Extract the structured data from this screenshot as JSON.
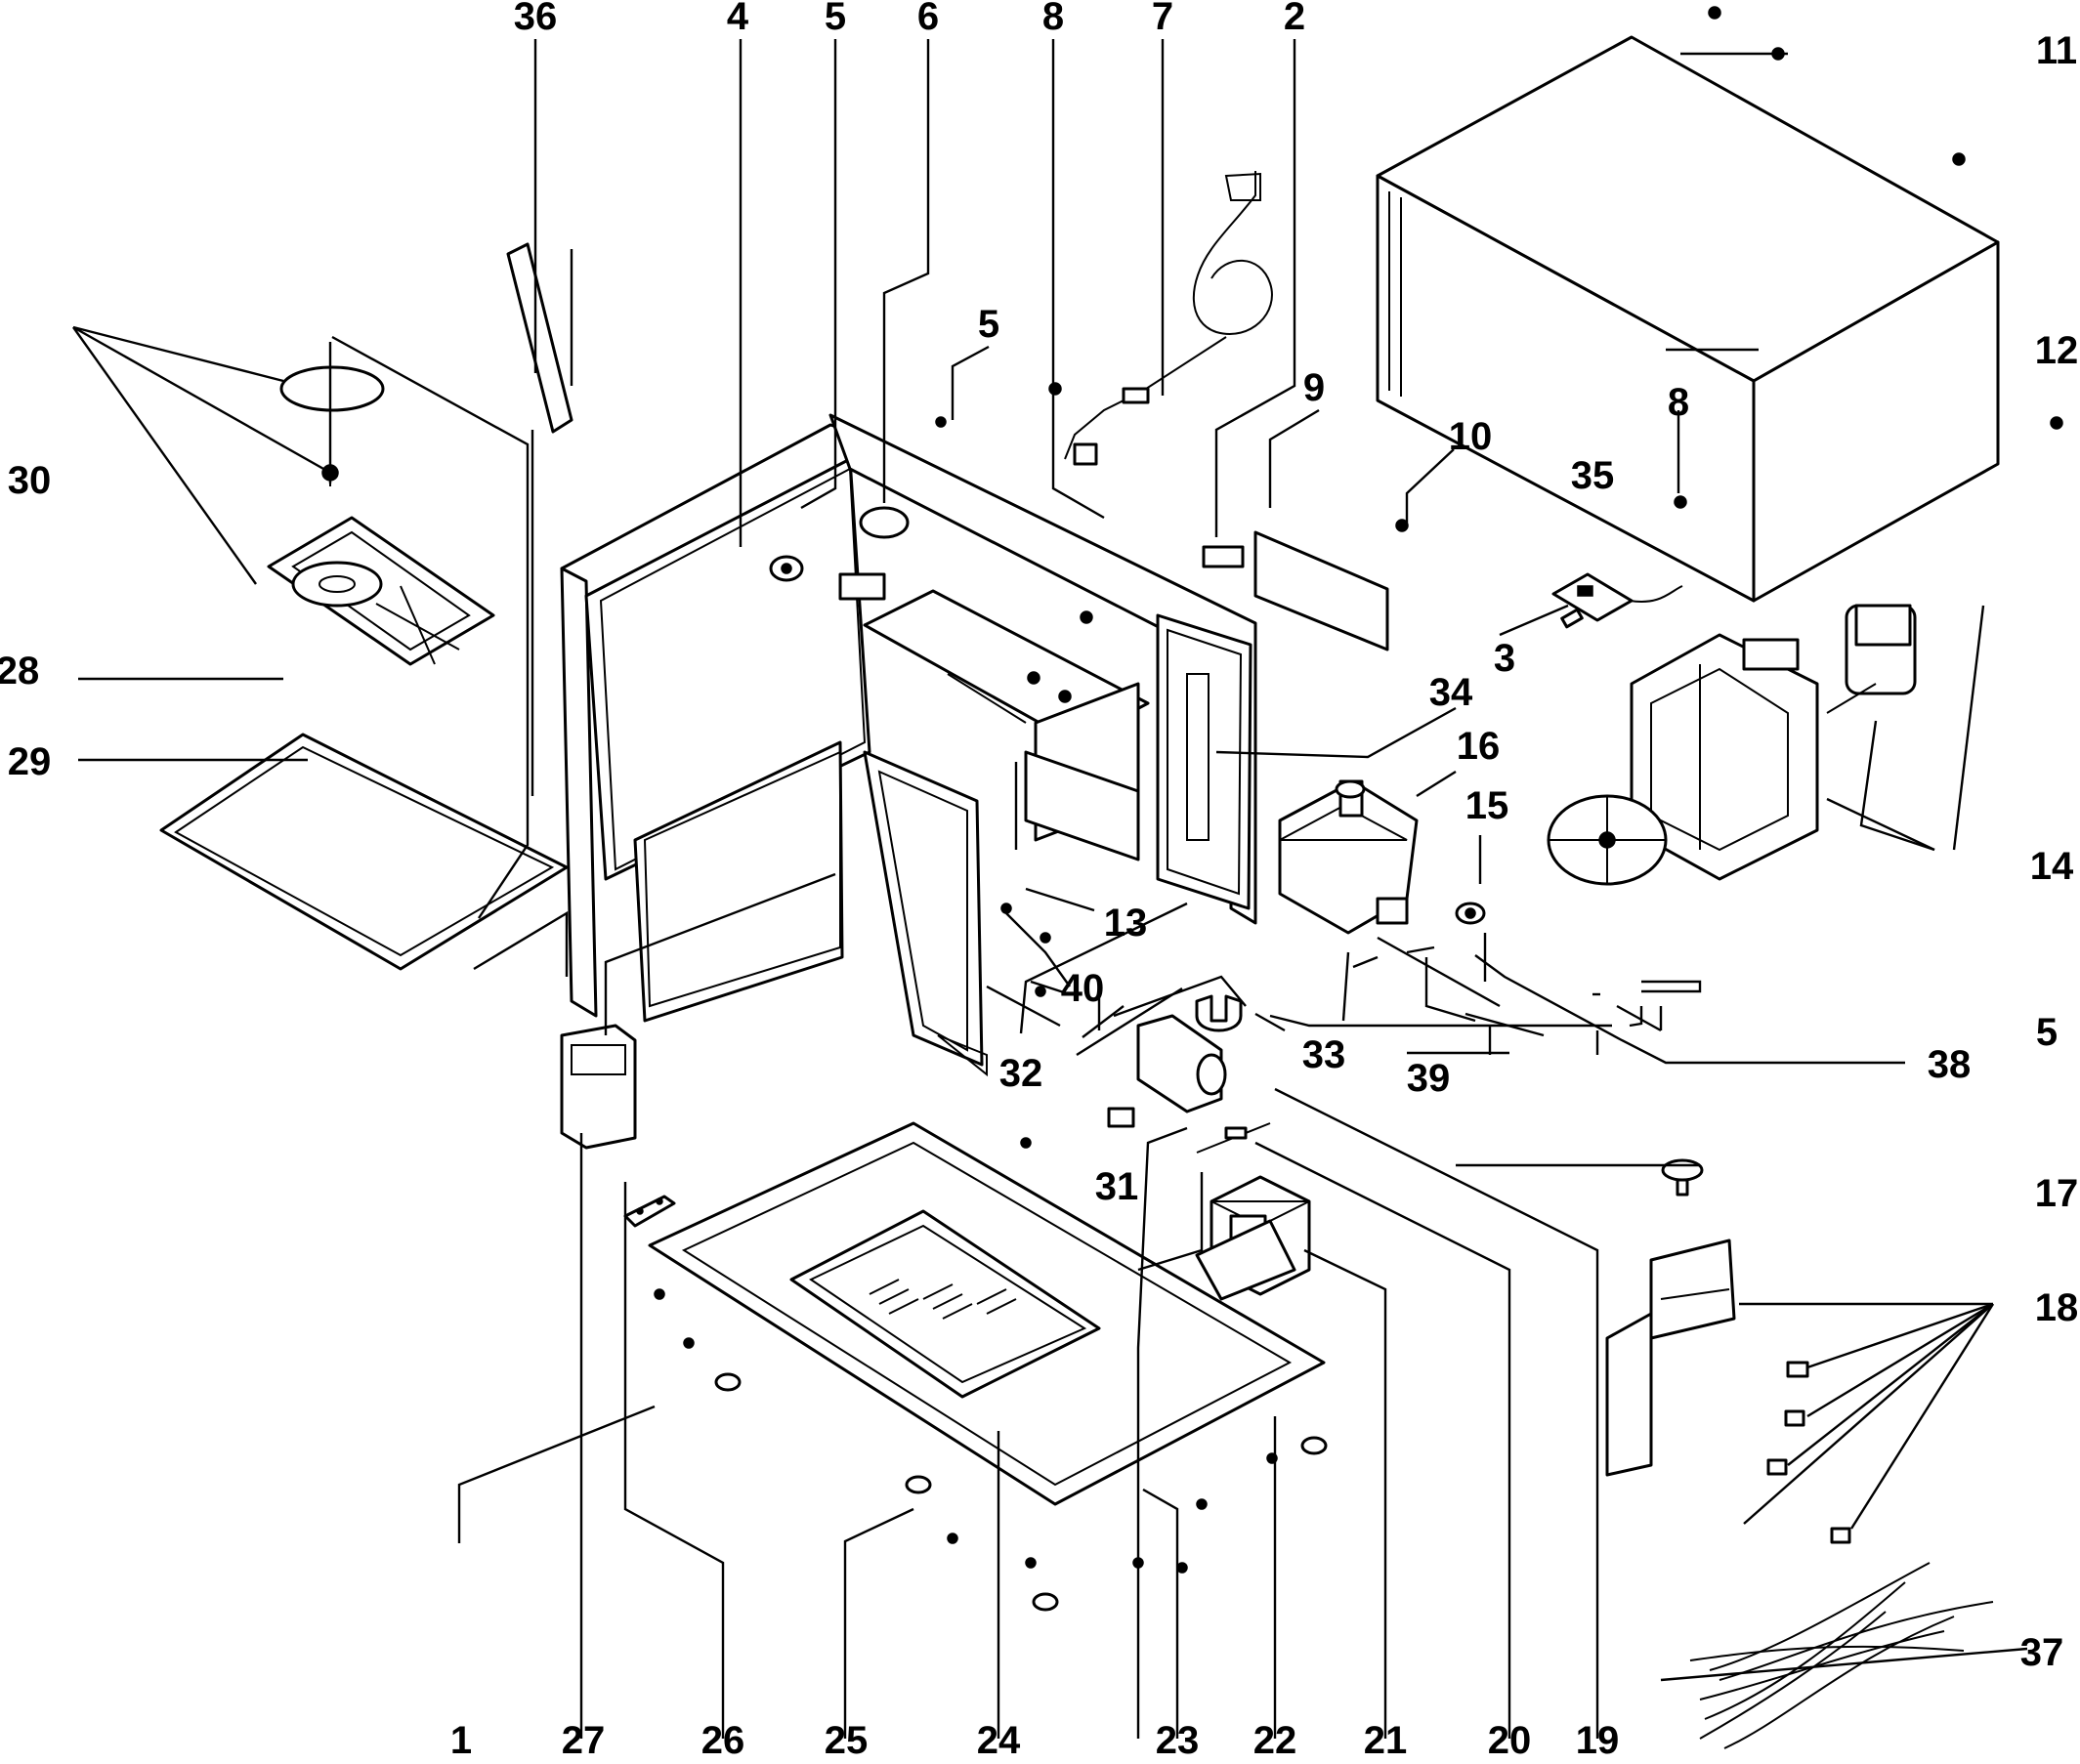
{
  "callouts": {
    "c1": "1",
    "c2": "2",
    "c3": "3",
    "c4": "4",
    "c5a": "5",
    "c5b": "5",
    "c5c": "5",
    "c6": "6",
    "c7": "7",
    "c8a": "8",
    "c8b": "8",
    "c9": "9",
    "c10": "10",
    "c11": "11",
    "c12": "12",
    "c13": "13",
    "c14": "14",
    "c15": "15",
    "c16": "16",
    "c17": "17",
    "c18": "18",
    "c19": "19",
    "c20": "20",
    "c21": "21",
    "c22": "22",
    "c23": "23",
    "c24": "24",
    "c25": "25",
    "c26": "26",
    "c27": "27",
    "c28": "28",
    "c29": "29",
    "c30": "30",
    "c31": "31",
    "c32": "32",
    "c33": "33",
    "c34": "34",
    "c35": "35",
    "c36": "36",
    "c37": "37",
    "c38": "38",
    "c39": "39",
    "c40": "40"
  }
}
